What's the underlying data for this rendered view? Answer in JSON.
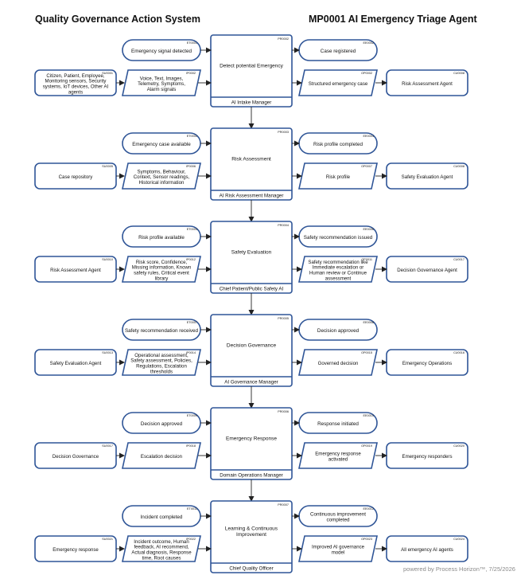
{
  "header": {
    "left_title": "Quality Governance Action System",
    "right_title": "MP0001 AI Emergency Triage Agent"
  },
  "footer": "powered by Process Horizon™, 7/25/2026",
  "colors": {
    "stroke": "#2f5597",
    "connector": "#222222"
  },
  "rows": [
    {
      "supplier": {
        "code": "SU0001",
        "lines": [
          "Citizen, Patient, Employee,",
          "Monitoring sensors, Security",
          "systems, IoT devices, Other AI",
          "agents"
        ]
      },
      "input": {
        "code": "IP0002",
        "lines": [
          "Voice, Text, Images,",
          "Telemetry, Symptoms,",
          "Alarm signals"
        ]
      },
      "trigger": {
        "code": "ET0001",
        "lines": [
          "Emergency signal detected"
        ]
      },
      "process": {
        "code": "PR0002",
        "lines": [
          "Detect potential Emergency"
        ]
      },
      "owner": "AI Intake Manager",
      "end_event": {
        "code": "EE0002",
        "lines": [
          "Case registered"
        ]
      },
      "output": {
        "code": "OP0002",
        "lines": [
          "Structured emergency case"
        ]
      },
      "customer": {
        "code": "CU0008",
        "lines": [
          "Risk Assessment Agent"
        ]
      }
    },
    {
      "supplier": {
        "code": "SU0005",
        "lines": [
          "Case repository"
        ]
      },
      "input": {
        "code": "IP0006",
        "lines": [
          "Symptoms, Behaviour,",
          "Context, Sensor readings,",
          "Historical information"
        ]
      },
      "trigger": {
        "code": "ET0002",
        "lines": [
          "Emergency case available"
        ]
      },
      "process": {
        "code": "PR0003",
        "lines": [
          "Risk Assessment"
        ]
      },
      "owner": "AI Risk Assessment Manager",
      "end_event": {
        "code": "EE0004",
        "lines": [
          "Risk profile completed"
        ]
      },
      "output": {
        "code": "OP0007",
        "lines": [
          "Risk profile"
        ]
      },
      "customer": {
        "code": "CU0008",
        "lines": [
          "Safety Evaluation Agent"
        ]
      }
    },
    {
      "supplier": {
        "code": "SU0010",
        "lines": [
          "Risk Assessment Agent"
        ]
      },
      "input": {
        "code": "IP0012",
        "lines": [
          "Risk score, Confidence,",
          "Missing information, Known",
          "safety rules, Critical event",
          "library"
        ]
      },
      "trigger": {
        "code": "ET0003",
        "lines": [
          "Risk profile available"
        ]
      },
      "process": {
        "code": "PR0004",
        "lines": [
          "Safety Evaluation"
        ]
      },
      "owner": "Chief Patient/Public Safety AI",
      "end_event": {
        "code": "EE0006",
        "lines": [
          "Safety recommendation issued"
        ]
      },
      "output": {
        "code": "OP0011",
        "lines": [
          "Safety recommendation like",
          "Immediate escalation or",
          "Human review or Continue",
          "assessment"
        ]
      },
      "customer": {
        "code": "CU0017",
        "lines": [
          "Decision Governance Agent"
        ]
      }
    },
    {
      "supplier": {
        "code": "SU0013",
        "lines": [
          "Safety Evaluation Agent"
        ]
      },
      "input": {
        "code": "IP0014",
        "lines": [
          "Operational assessment,",
          "Safety assessment, Policies,",
          "Regulations, Escalation",
          "thresholds"
        ]
      },
      "trigger": {
        "code": "ET0007",
        "lines": [
          "Safety recommendation received"
        ]
      },
      "process": {
        "code": "PR0005",
        "lines": [
          "Decision Governance"
        ]
      },
      "owner": "AI Governance Manager",
      "end_event": {
        "code": "EE0008",
        "lines": [
          "Decision approved"
        ]
      },
      "output": {
        "code": "OP0015",
        "lines": [
          "Governed decision"
        ]
      },
      "customer": {
        "code": "CU0016",
        "lines": [
          "Emergency Operations"
        ]
      }
    },
    {
      "supplier": {
        "code": "SU0017",
        "lines": [
          "Decision Governance"
        ]
      },
      "input": {
        "code": "IP0018",
        "lines": [
          "Escalation decision"
        ]
      },
      "trigger": {
        "code": "ET0009",
        "lines": [
          "Decision approved"
        ]
      },
      "process": {
        "code": "PR0006",
        "lines": [
          "Emergency Response"
        ]
      },
      "owner": "Domain Operations Manager",
      "end_event": {
        "code": "EE0010",
        "lines": [
          "Response initiated"
        ]
      },
      "output": {
        "code": "OP0019",
        "lines": [
          "Emergency response",
          "activated"
        ]
      },
      "customer": {
        "code": "CU0020",
        "lines": [
          "Emergency responders"
        ]
      }
    },
    {
      "supplier": {
        "code": "SU0021",
        "lines": [
          "Emergency response"
        ]
      },
      "input": {
        "code": "IP0022",
        "lines": [
          "Incident outcome, Human",
          "feedback, AI recommend,",
          "Actual diagnosis, Response",
          "time, Root causes"
        ]
      },
      "trigger": {
        "code": "ET0011",
        "lines": [
          "Incident completed"
        ]
      },
      "process": {
        "code": "PR0007",
        "lines": [
          "Learning & Continuous",
          "Improvement"
        ]
      },
      "owner": "Chief Quality Officer",
      "end_event": {
        "code": "EE0012",
        "lines": [
          "Continuous improvement",
          "completed"
        ]
      },
      "output": {
        "code": "OP0023",
        "lines": [
          "Improved AI governance",
          "model"
        ]
      },
      "customer": {
        "code": "CU0024",
        "lines": [
          "All emergency AI agents"
        ]
      }
    }
  ]
}
